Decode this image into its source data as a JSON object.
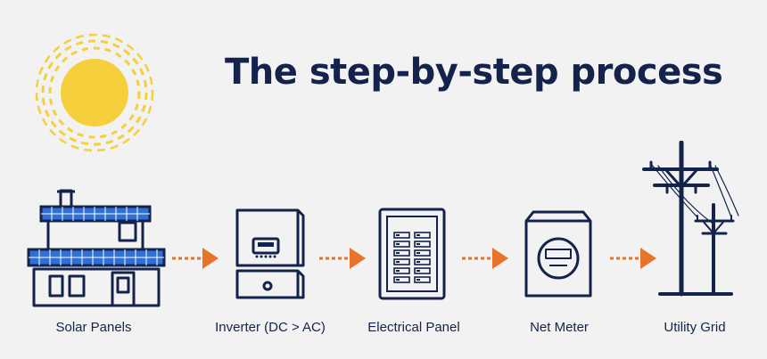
{
  "title": "The step-by-step process",
  "colors": {
    "navy": "#14234b",
    "solar_blue": "#2f6fd6",
    "sun": "#f5cf3c",
    "arrow": "#e8742a",
    "background": "#f2f2f2"
  },
  "steps": [
    {
      "label": "Solar Panels",
      "icon": "house-with-solar-panels-icon"
    },
    {
      "label": "Inverter (DC > AC)",
      "icon": "inverter-icon"
    },
    {
      "label": "Electrical Panel",
      "icon": "electrical-panel-icon"
    },
    {
      "label": "Net Meter",
      "icon": "net-meter-icon"
    },
    {
      "label": "Utility Grid",
      "icon": "utility-pole-icon"
    }
  ]
}
